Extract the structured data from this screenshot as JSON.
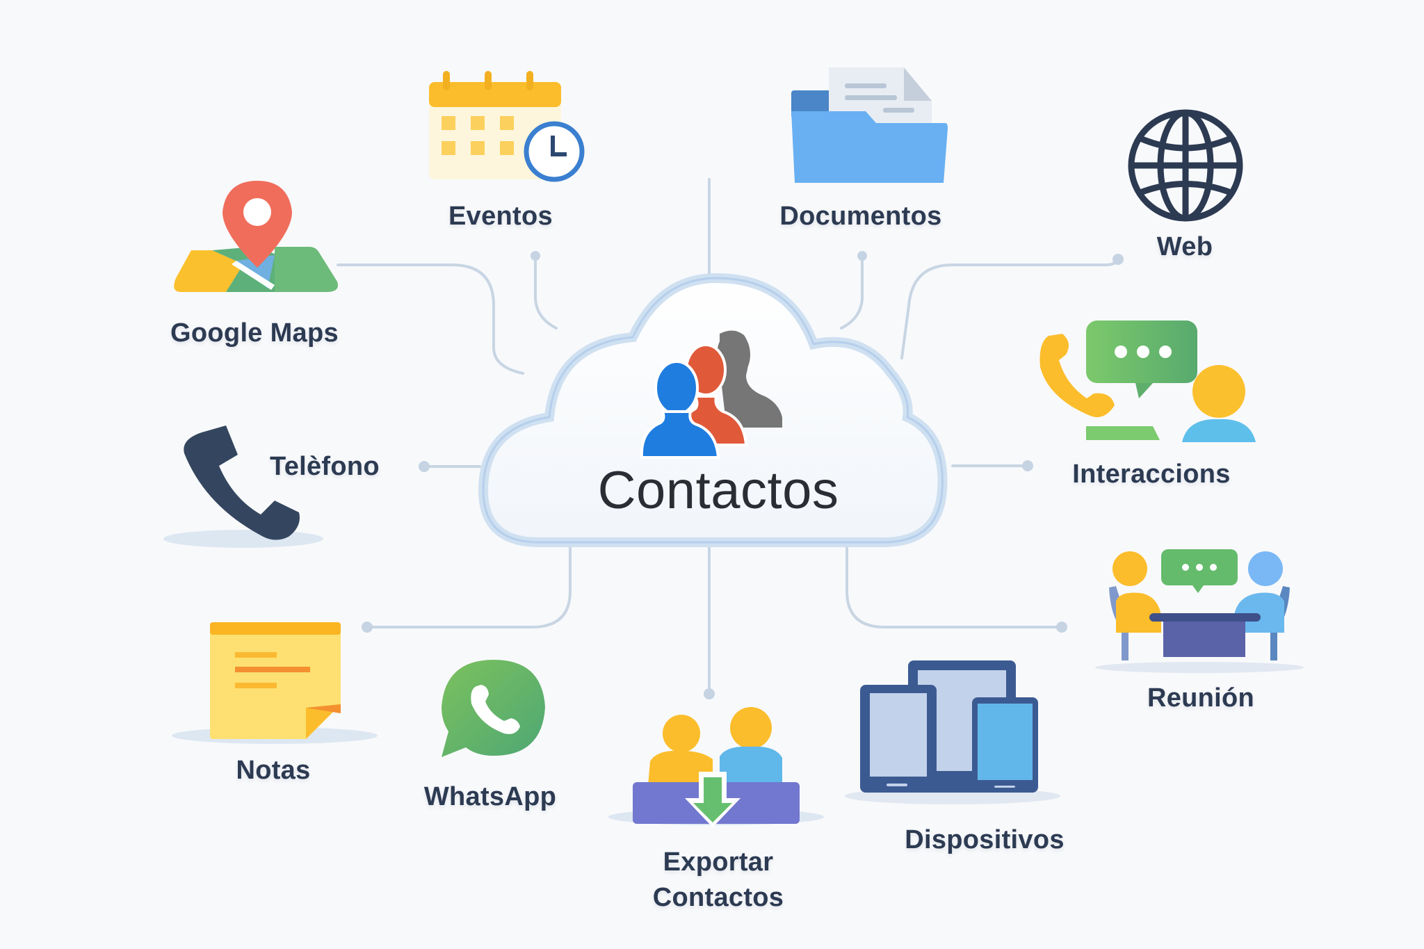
{
  "center": {
    "title": "Contactos",
    "icon": "people-group-icon",
    "colors": {
      "person_front": "#1f7de0",
      "person_middle": "#e05a3a",
      "person_back": "#757575",
      "cloud_border": "#b8d4ee"
    }
  },
  "nodes": [
    {
      "id": "google-maps",
      "label": "Google Maps",
      "icon": "map-pin-icon"
    },
    {
      "id": "eventos",
      "label": "Eventos",
      "icon": "calendar-clock-icon"
    },
    {
      "id": "documentos",
      "label": "Documentos",
      "icon": "folder-document-icon"
    },
    {
      "id": "web",
      "label": "Web",
      "icon": "globe-icon"
    },
    {
      "id": "telefono",
      "label": "Telèfono",
      "icon": "phone-handset-icon"
    },
    {
      "id": "interaccions",
      "label": "Interaccions",
      "icon": "call-chat-person-icon"
    },
    {
      "id": "notas",
      "label": "Notas",
      "icon": "sticky-note-icon"
    },
    {
      "id": "whatsapp",
      "label": "WhatsApp",
      "icon": "whatsapp-icon"
    },
    {
      "id": "exportar",
      "label_line1": "Exportar",
      "label_line2": "Contactos",
      "icon": "export-contacts-icon"
    },
    {
      "id": "dispositivos",
      "label": "Dispositivos",
      "icon": "devices-icon"
    },
    {
      "id": "reunion",
      "label": "Reunión",
      "icon": "meeting-icon"
    }
  ],
  "style": {
    "label_color": "#2c3a52",
    "connector_color": "#c5d3e2",
    "background": "#f8f9fb"
  }
}
